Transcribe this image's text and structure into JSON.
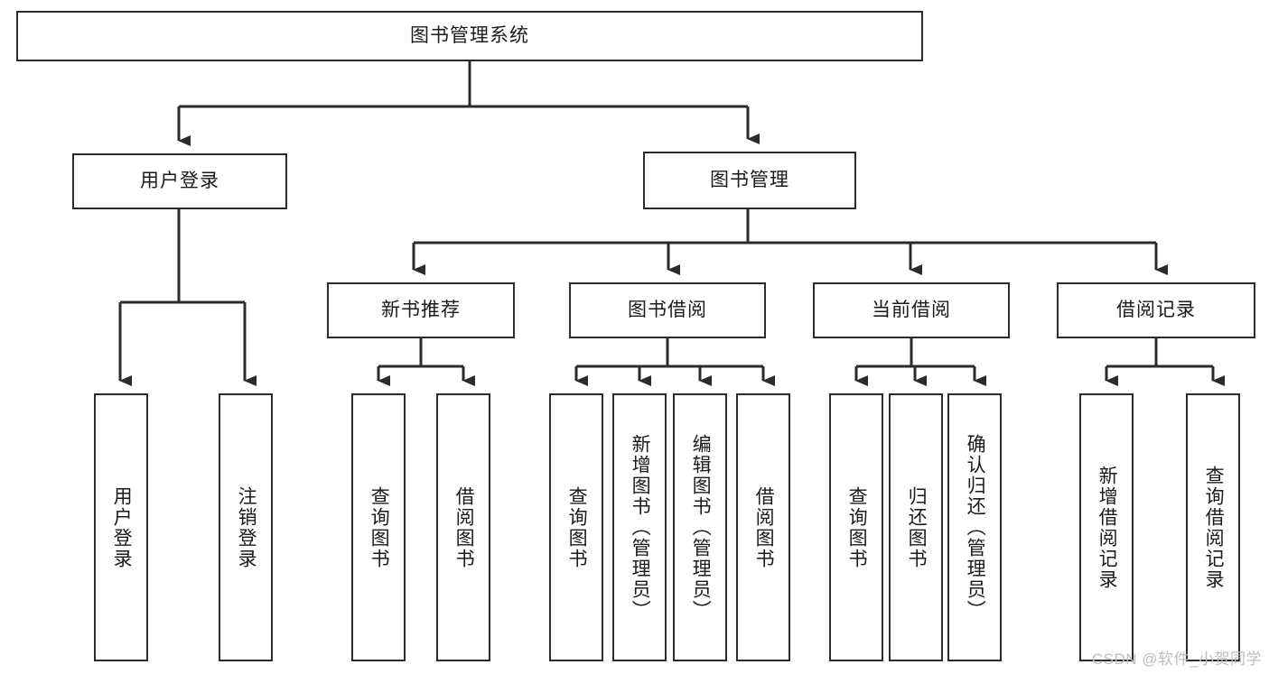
{
  "diagram": {
    "title": "图书管理系统",
    "type": "tree-hierarchy",
    "watermark": "CSDN @软件_小贺同学",
    "colors": {
      "background": "#ffffff",
      "node_border": "#2b2b2b",
      "node_fill": "#ffffff",
      "edge": "#2b2b2b",
      "text": "#1a1a1a",
      "watermark": "#bdbdbd"
    }
  },
  "nodes": {
    "root": {
      "label": "图书管理系统"
    },
    "level2": [
      {
        "id": "user-login",
        "label": "用户登录"
      },
      {
        "id": "book-manage",
        "label": "图书管理"
      }
    ],
    "level3": [
      {
        "id": "new-book-recommend",
        "label": "新书推荐"
      },
      {
        "id": "book-borrow",
        "label": "图书借阅"
      },
      {
        "id": "current-borrow",
        "label": "当前借阅"
      },
      {
        "id": "borrow-record",
        "label": "借阅记录"
      }
    ],
    "leaves": {
      "user_login": [
        {
          "id": "leaf-user-login",
          "label": "用户登录"
        },
        {
          "id": "leaf-logout-login",
          "label": "注销登录"
        }
      ],
      "new_book_recommend": [
        {
          "id": "leaf-query-book-1",
          "label": "查询图书"
        },
        {
          "id": "leaf-borrow-book-1",
          "label": "借阅图书"
        }
      ],
      "book_borrow": [
        {
          "id": "leaf-query-book-2",
          "label": "查询图书"
        },
        {
          "id": "leaf-add-book",
          "label": "新增图书（管理员）"
        },
        {
          "id": "leaf-edit-book",
          "label": "编辑图书（管理员）"
        },
        {
          "id": "leaf-borrow-book-2",
          "label": "借阅图书"
        }
      ],
      "current_borrow": [
        {
          "id": "leaf-query-book-3",
          "label": "查询图书"
        },
        {
          "id": "leaf-return-book",
          "label": "归还图书"
        },
        {
          "id": "leaf-confirm-return",
          "label": "确认归还（管理员）"
        }
      ],
      "borrow_record": [
        {
          "id": "leaf-add-record",
          "label": "新增借阅记录"
        },
        {
          "id": "leaf-query-record",
          "label": "查询借阅记录"
        }
      ]
    }
  },
  "chart_data": {
    "type": "table",
    "title": "图书管理系统 功能结构图",
    "hierarchy": [
      {
        "level": 1,
        "label": "图书管理系统",
        "children": [
          {
            "level": 2,
            "label": "用户登录",
            "children": [
              {
                "level": 3,
                "label": "用户登录"
              },
              {
                "level": 3,
                "label": "注销登录"
              }
            ]
          },
          {
            "level": 2,
            "label": "图书管理",
            "children": [
              {
                "level": 3,
                "label": "新书推荐",
                "children": [
                  {
                    "level": 4,
                    "label": "查询图书"
                  },
                  {
                    "level": 4,
                    "label": "借阅图书"
                  }
                ]
              },
              {
                "level": 3,
                "label": "图书借阅",
                "children": [
                  {
                    "level": 4,
                    "label": "查询图书"
                  },
                  {
                    "level": 4,
                    "label": "新增图书（管理员）"
                  },
                  {
                    "level": 4,
                    "label": "编辑图书（管理员）"
                  },
                  {
                    "level": 4,
                    "label": "借阅图书"
                  }
                ]
              },
              {
                "level": 3,
                "label": "当前借阅",
                "children": [
                  {
                    "level": 4,
                    "label": "查询图书"
                  },
                  {
                    "level": 4,
                    "label": "归还图书"
                  },
                  {
                    "level": 4,
                    "label": "确认归还（管理员）"
                  }
                ]
              },
              {
                "level": 3,
                "label": "借阅记录",
                "children": [
                  {
                    "level": 4,
                    "label": "新增借阅记录"
                  },
                  {
                    "level": 4,
                    "label": "查询借阅记录"
                  }
                ]
              }
            ]
          }
        ]
      }
    ]
  }
}
